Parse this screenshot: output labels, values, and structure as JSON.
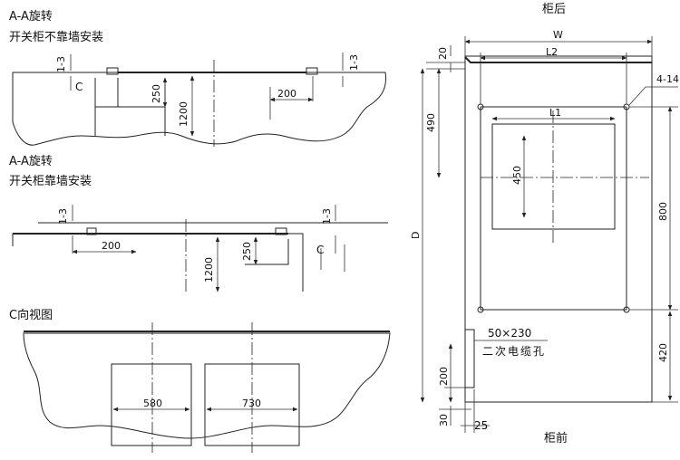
{
  "views": {
    "top": {
      "title_line1": "A-A旋转",
      "title_line2": "开关柜不靠墙安装",
      "dims": {
        "gap": "1-3",
        "gap_right": "1-3",
        "c": "C",
        "depth250": "250",
        "depth1200": "1200",
        "offset200": "200"
      }
    },
    "middle": {
      "title_line1": "A-A旋转",
      "title_line2": "开关柜靠墙安装",
      "dims": {
        "gap": "1-3",
        "gap_right": "1-3",
        "c": "C",
        "offset200": "200",
        "depth250": "250",
        "depth1200": "1200"
      }
    },
    "bottom": {
      "title": "C向视图",
      "dims": {
        "width580": "580",
        "width730": "730"
      }
    },
    "plan": {
      "back_label": "柜后",
      "front_label": "柜前",
      "dims": {
        "w": "W",
        "l2": "L2",
        "l1": "L1",
        "d": "D",
        "top20": "20",
        "h490": "490",
        "h450": "450",
        "h800": "800",
        "h420": "420",
        "h200": "200",
        "b30": "30",
        "w25": "25",
        "holes": "4-14",
        "cable_size": "50×230",
        "cable_label": "二次电缆孔"
      }
    }
  }
}
